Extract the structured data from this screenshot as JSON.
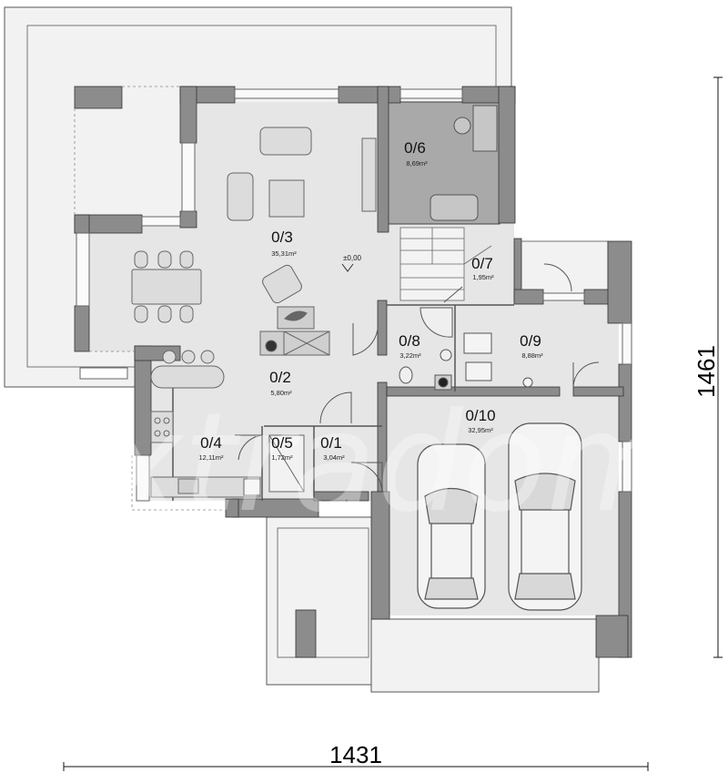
{
  "rooms": [
    {
      "id": "r03",
      "number": "0/3",
      "area": "35,31m²"
    },
    {
      "id": "r06",
      "number": "0/6",
      "area": "8,69m²"
    },
    {
      "id": "r07",
      "number": "0/7",
      "area": "1,95m²"
    },
    {
      "id": "r08",
      "number": "0/8",
      "area": "3,22m²"
    },
    {
      "id": "r09",
      "number": "0/9",
      "area": "8,88m²"
    },
    {
      "id": "r02",
      "number": "0/2",
      "area": "5,80m²"
    },
    {
      "id": "r10",
      "number": "0/10",
      "area": "32,95m²"
    },
    {
      "id": "r04",
      "number": "0/4",
      "area": "12,11m²"
    },
    {
      "id": "r05",
      "number": "0/5",
      "area": "1,72m²"
    },
    {
      "id": "r01",
      "number": "0/1",
      "area": "3,04m²"
    }
  ],
  "level_marker": "±0,00",
  "dimensions": {
    "width": "1431",
    "height": "1461"
  },
  "watermark": "extradom",
  "colors": {
    "wall": "#8c8c8c",
    "floor": "#e6e6e6",
    "terrace": "#f2f2f2",
    "dark_room": "#a9a9a9",
    "line": "#555555"
  }
}
